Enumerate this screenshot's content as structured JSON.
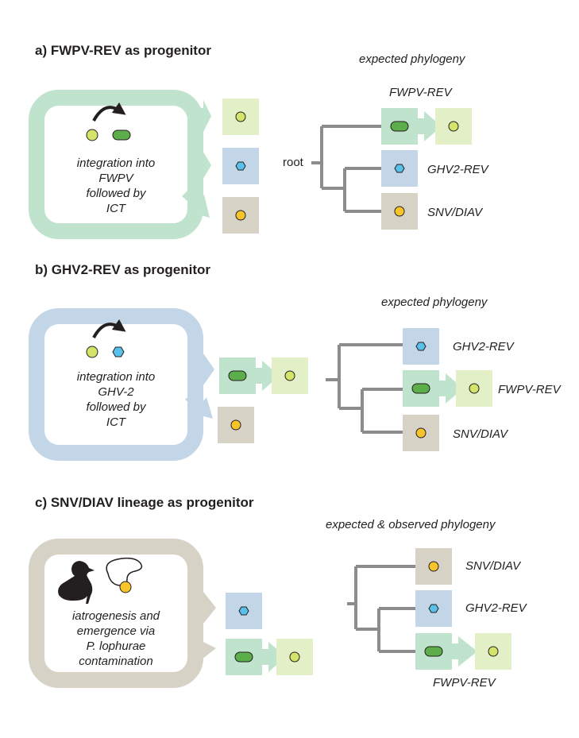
{
  "colors": {
    "fwpv_green": "#bfe3cc",
    "ghv_blue": "#c3d6e7",
    "snv_grey": "#d7d2c6",
    "light_lime": "#e3efc7",
    "lime_dot": "#d4e36a",
    "yellow_dot": "#f7c42a",
    "cyan_hex": "#58c0e9",
    "pill_green": "#5bae4a",
    "tree_grey": "#8c8c8c",
    "text": "#231f20"
  },
  "panels": [
    {
      "id": "a",
      "heading": "a) FWPV-REV as progenitor",
      "tree_caption": "expected phylogeny",
      "description": "integration  into\nFWPV\nfollowed by\nICT",
      "root_label": "root",
      "leaves": [
        "FWPV-REV",
        "GHV2-REV",
        "SNV/DIAV"
      ],
      "icons": [
        "lime-circle-icon",
        "green-pill-icon",
        "curved-arrow-icon"
      ]
    },
    {
      "id": "b",
      "heading": "b) GHV2-REV as progenitor",
      "tree_caption": "expected phylogeny",
      "description": "integration  into\nGHV-2\nfollowed by\nICT",
      "leaves": [
        "GHV2-REV",
        "FWPV-REV",
        "SNV/DIAV"
      ],
      "icons": [
        "lime-circle-icon",
        "blue-hexagon-icon",
        "curved-arrow-icon"
      ]
    },
    {
      "id": "c",
      "heading": "c) SNV/DIAV lineage as progenitor",
      "tree_caption": "expected & observed phylogeny",
      "description": "iatrogenesis and\nemergence via\nP. lophurae\ncontamination",
      "leaves": [
        "SNV/DIAV",
        "GHV2-REV",
        "FWPV-REV"
      ],
      "icons": [
        "duck-icon",
        "parasite-cell-icon",
        "yellow-circle-icon"
      ]
    }
  ]
}
